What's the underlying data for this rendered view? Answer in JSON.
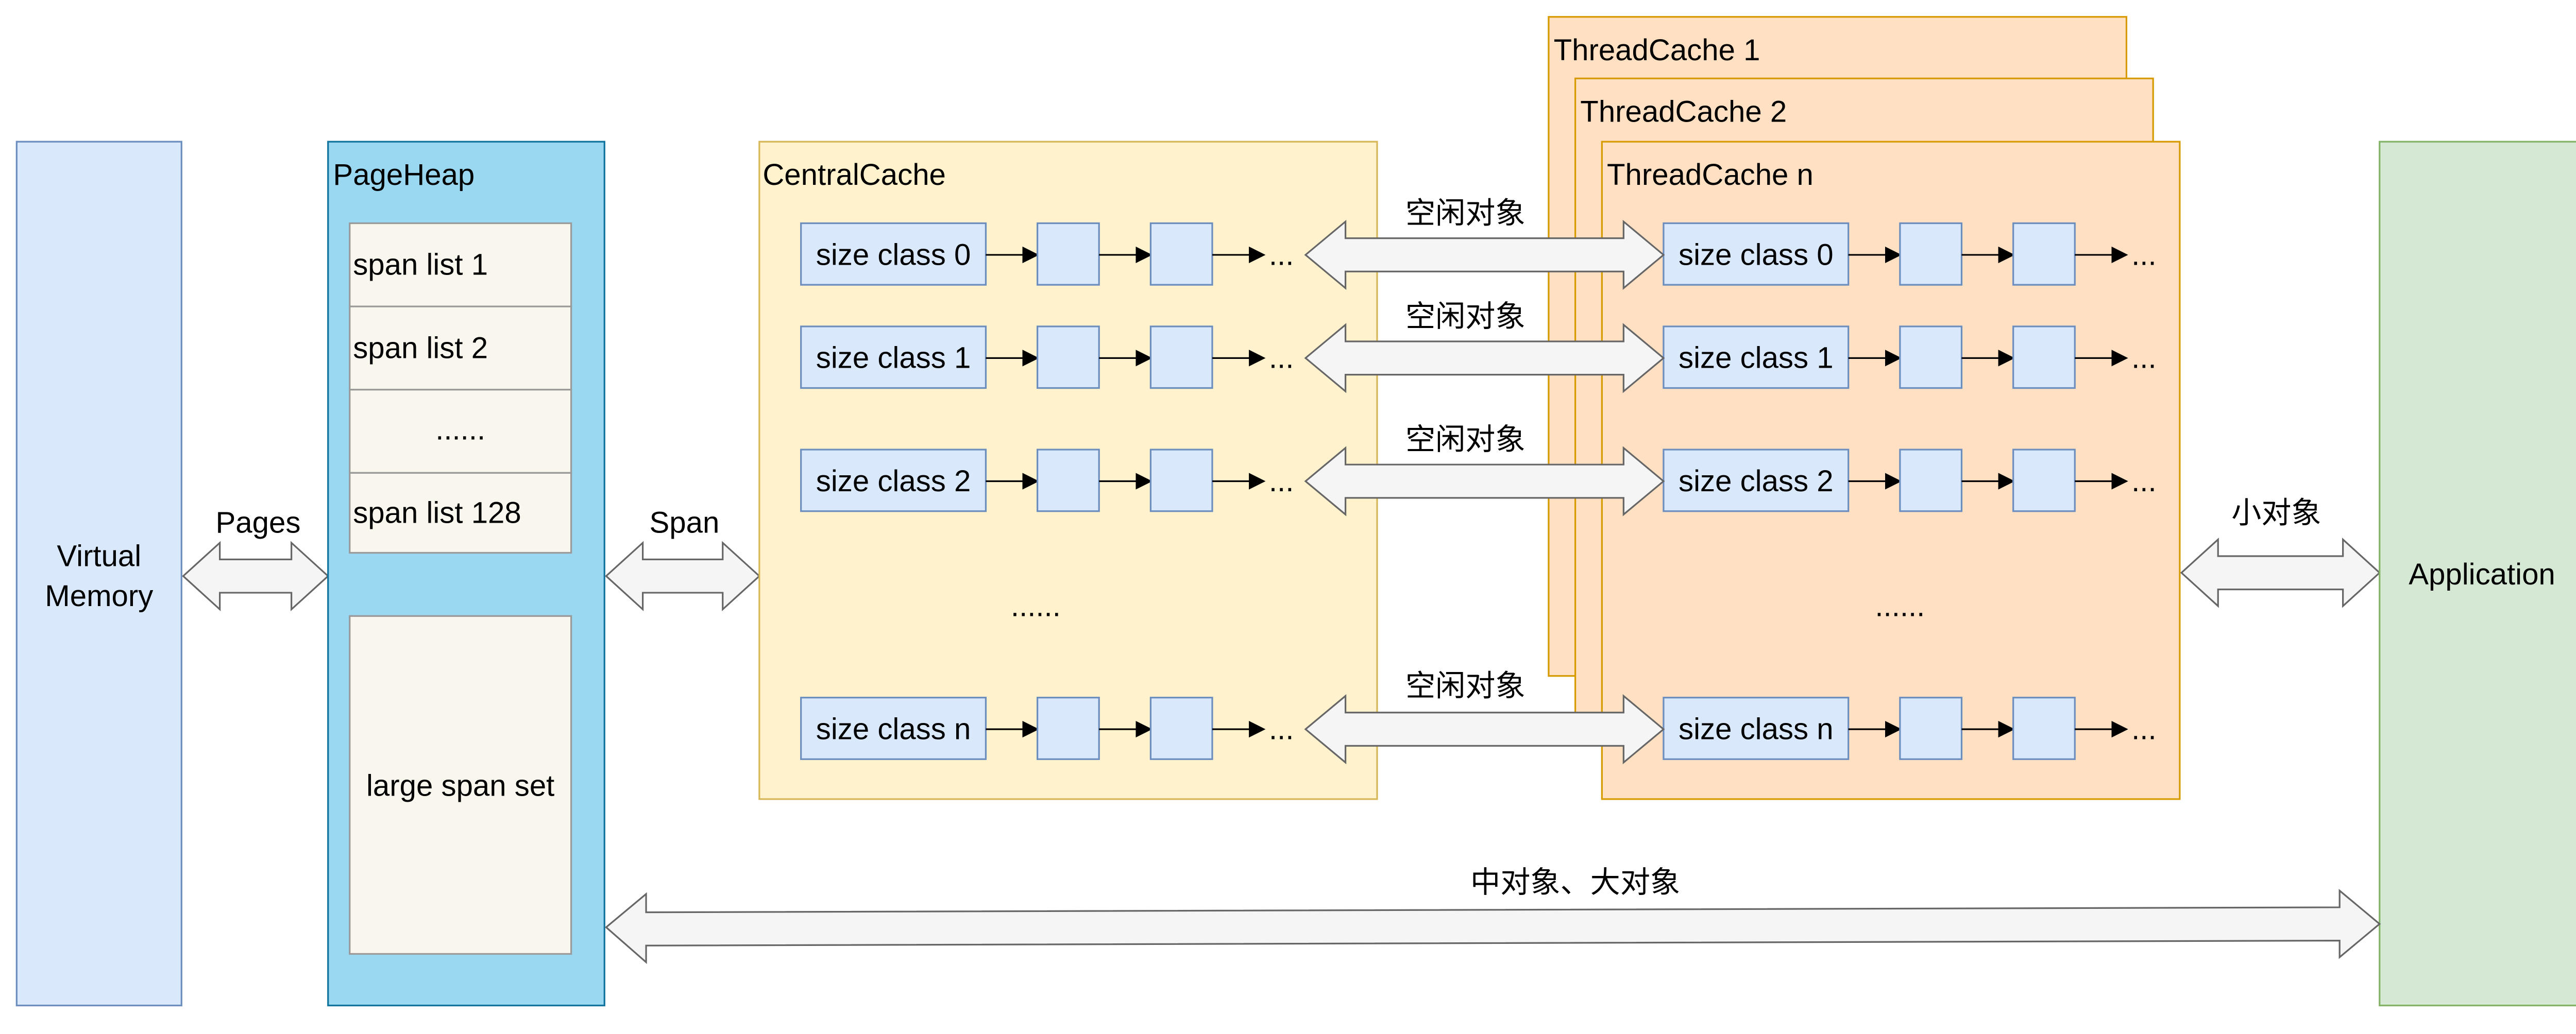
{
  "virtual_memory": {
    "label_line1": "Virtual",
    "label_line2": "Memory"
  },
  "page_heap": {
    "title": "PageHeap",
    "span_lists": [
      "span list 1",
      "span list 2",
      "......",
      "span list 128"
    ],
    "large_span_set": "large span set"
  },
  "links": {
    "pages": "Pages",
    "span": "Span",
    "small_objects": "小对象",
    "medium_large_objects": "中对象、大对象",
    "free_objects": [
      "空闲对象",
      "空闲对象",
      "空闲对象",
      "空闲对象"
    ]
  },
  "central_cache": {
    "title": "CentralCache",
    "size_classes": [
      "size class 0",
      "size class 1",
      "size class 2",
      "size class n"
    ],
    "ellipsis": "...",
    "vertical_ellipsis": "......"
  },
  "thread_caches": {
    "titles": [
      "ThreadCache 1",
      "ThreadCache 2",
      "ThreadCache n"
    ],
    "size_classes": [
      "size class 0",
      "size class 1",
      "size class 2",
      "size class n"
    ],
    "ellipsis": "...",
    "vertical_ellipsis": "......"
  },
  "application": {
    "label": "Application"
  },
  "colors": {
    "virtual_memory_fill": "#dae8fc",
    "virtual_memory_stroke": "#6c8ebf",
    "page_heap_fill": "#9ad7f0",
    "page_heap_stroke": "#10739e",
    "span_fill": "#f9f7ed",
    "span_stroke": "#9a9a9a",
    "central_fill": "#fff2cc",
    "central_stroke": "#d6b656",
    "thread_fill": "#ffe0c2",
    "thread_stroke": "#d79b00",
    "node_fill": "#dae8fc",
    "node_stroke": "#6c8ebf",
    "app_fill": "#d5e8d4",
    "app_stroke": "#82b366",
    "arrow_fill": "#f5f5f5",
    "arrow_stroke": "#666666"
  }
}
